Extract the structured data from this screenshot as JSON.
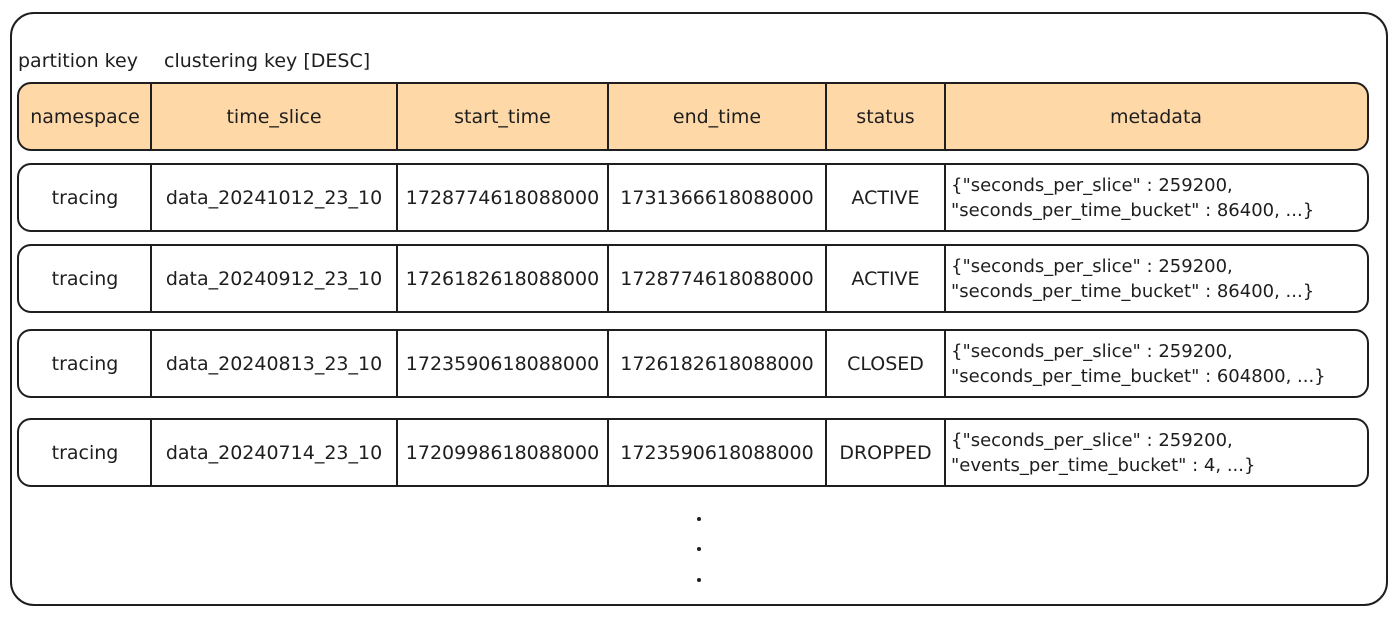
{
  "labels": {
    "partition_key": "partition key",
    "clustering_key": "clustering key [DESC]"
  },
  "table": {
    "columns": [
      "namespace",
      "time_slice",
      "start_time",
      "end_time",
      "status",
      "metadata"
    ],
    "rows": [
      {
        "namespace": "tracing",
        "time_slice": "data_20241012_23_10",
        "start_time": "1728774618088000",
        "end_time": "1731366618088000",
        "status": "ACTIVE",
        "metadata": [
          "{\"seconds_per_slice\" : 259200,",
          "\"seconds_per_time_bucket\" : 86400, ...}"
        ]
      },
      {
        "namespace": "tracing",
        "time_slice": "data_20240912_23_10",
        "start_time": "1726182618088000",
        "end_time": "1728774618088000",
        "status": "ACTIVE",
        "metadata": [
          "{\"seconds_per_slice\" : 259200,",
          "\"seconds_per_time_bucket\" : 86400, ...}"
        ]
      },
      {
        "namespace": "tracing",
        "time_slice": "data_20240813_23_10",
        "start_time": "1723590618088000",
        "end_time": "1726182618088000",
        "status": "CLOSED",
        "metadata": [
          "{\"seconds_per_slice\" : 259200,",
          "\"seconds_per_time_bucket\" : 604800, ...}"
        ]
      },
      {
        "namespace": "tracing",
        "time_slice": "data_20240714_23_10",
        "start_time": "1720998618088000",
        "end_time": "1723590618088000",
        "status": "DROPPED",
        "metadata": [
          "{\"seconds_per_slice\" : 259200,",
          "\"events_per_time_bucket\" : 4, ...}"
        ]
      }
    ]
  },
  "colors": {
    "header_fill": "#ffd8a8",
    "stroke": "#1e1e1e"
  }
}
